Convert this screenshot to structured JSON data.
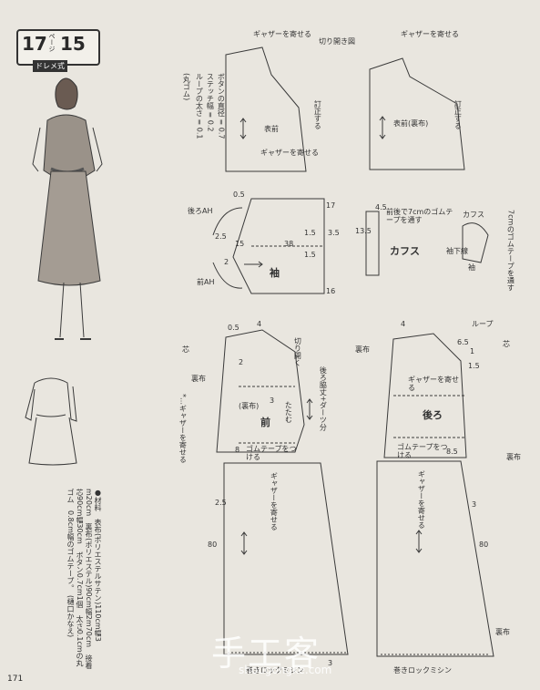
{
  "header": {
    "num1": "17",
    "page_mark": "ページ",
    "num2": "15",
    "type": "ドレメ式"
  },
  "page_number": "171",
  "notes": {
    "button": "ボタンの直径 = 0.7",
    "stitch": "ステッチ幅 = 0.2",
    "loop": "ループの太さ = 0.1",
    "rubber": "(丸ゴム)"
  },
  "labels": {
    "gather1": "ギャザーを寄せる",
    "gather2": "ギャザーを寄せる",
    "cut_open": "切り開き図",
    "tack1": "訂正する",
    "tack2": "訂正する",
    "front_facing": "表前",
    "front_facing_lining": "表前(裏布)",
    "gather3": "ギャザーを寄せる",
    "back_ah": "後ろAH",
    "front_ah": "前AH",
    "sleeve": "袖",
    "elastic_note": "前後で7cmのゴムテープを通す",
    "cuffs": "カフス",
    "cuffs2": "カフス",
    "elastic_note2": "7cmのゴムテープを通す",
    "sleeve_under": "袖下線",
    "sleeve2": "袖",
    "loop": "ループ",
    "core": "芯",
    "core2": "芯",
    "lining_l": "裏布",
    "lining_r": "裏布",
    "lining_r2": "裏布",
    "cut_open2": "切り開く",
    "back_center": "後ろ脇丈+ダーツ分",
    "front": "前",
    "fold": "たたむ",
    "lining_front": "(裏布)",
    "gather_note": "*…ギャザーを寄せる",
    "attach_rubber1": "ゴムテープをつける",
    "attach_rubber2": "ゴムテープをつける",
    "gather_back": "ギャザーを寄せる",
    "back": "後ろ",
    "gather_skirt1": "ギャザーを寄せる",
    "gather_skirt2": "ギャザーを寄せる",
    "hem1": "巻きロックミシン",
    "hem2": "巻きロックミシン",
    "lining_hem": "裏布"
  },
  "numbers": {
    "n0_5": "0.5",
    "n17": "17",
    "n2_5": "2.5",
    "n15": "15",
    "n38": "38",
    "n1_5a": "1.5",
    "n1_5b": "1.5",
    "n3_5": "3.5",
    "n2a": "2",
    "n16": "16",
    "n13_5": "13.5",
    "n4_5": "4.5",
    "n3a": "3",
    "n2_5b": "2.5",
    "n80a": "80",
    "n80b": "80",
    "n4a": "4",
    "n4b": "4",
    "n3b": "3",
    "n8_5": "8.5",
    "n8": "8",
    "n1": "1",
    "n6_5": "6.5",
    "n0_5b": "0.5",
    "n3c": "3",
    "n2b": "2",
    "n1_5c": "1.5"
  },
  "materials": [
    "●材料　表布(ポリエステルサテン)110cm幅3",
    "m20cm　裏布(ポリエステル)90cm幅2m70cm　接着",
    "芯90cm幅30cm　ボタン0.7cm1個　太さ0.1cmの丸",
    "ゴム　0.8cm幅のゴムテープ。　(樋口かなえ)"
  ],
  "watermark": {
    "cn": "手工客",
    "url": "shougongke.com"
  }
}
